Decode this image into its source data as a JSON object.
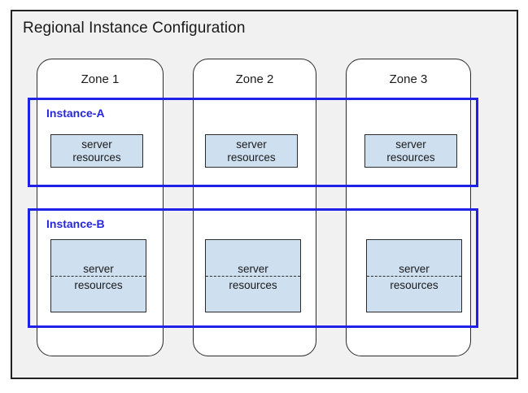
{
  "diagram": {
    "title": "Regional Instance Configuration",
    "zones": [
      {
        "label": "Zone 1"
      },
      {
        "label": "Zone 2"
      },
      {
        "label": "Zone 3"
      }
    ],
    "instances": [
      {
        "label": "Instance-A",
        "resources": [
          {
            "line1": "server",
            "line2": "resources"
          },
          {
            "line1": "server",
            "line2": "resources"
          },
          {
            "line1": "server",
            "line2": "resources"
          }
        ]
      },
      {
        "label": "Instance-B",
        "resources": [
          {
            "line1": "server",
            "line2": "resources"
          },
          {
            "line1": "server",
            "line2": "resources"
          },
          {
            "line1": "server",
            "line2": "resources"
          }
        ]
      }
    ],
    "colors": {
      "frame_background": "#f1f1f1",
      "frame_border": "#222222",
      "zone_fill": "#ffffff",
      "zone_border": "#2b2b2b",
      "instance_border": "#1f20e8",
      "instance_label": "#2727e0",
      "resource_fill": "#cedff0",
      "resource_border": "#2b2b2b",
      "text": "#1a1a1a"
    }
  }
}
